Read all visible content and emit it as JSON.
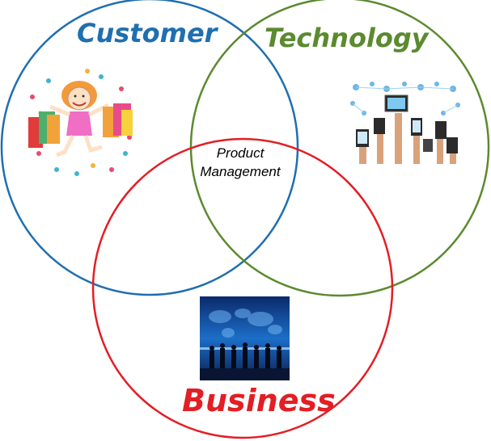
{
  "labels": {
    "customer": "Customer",
    "technology": "Technology",
    "business": "Business",
    "center_line1": "Product",
    "center_line2": "Management"
  },
  "colors": {
    "customer": "#1f6fb0",
    "technology": "#5b8a2f",
    "business": "#e31e24"
  },
  "icons": {
    "customer": "happy-shopper-illustration",
    "technology": "hands-holding-devices-illustration",
    "business": "business-people-world-map-photo"
  }
}
